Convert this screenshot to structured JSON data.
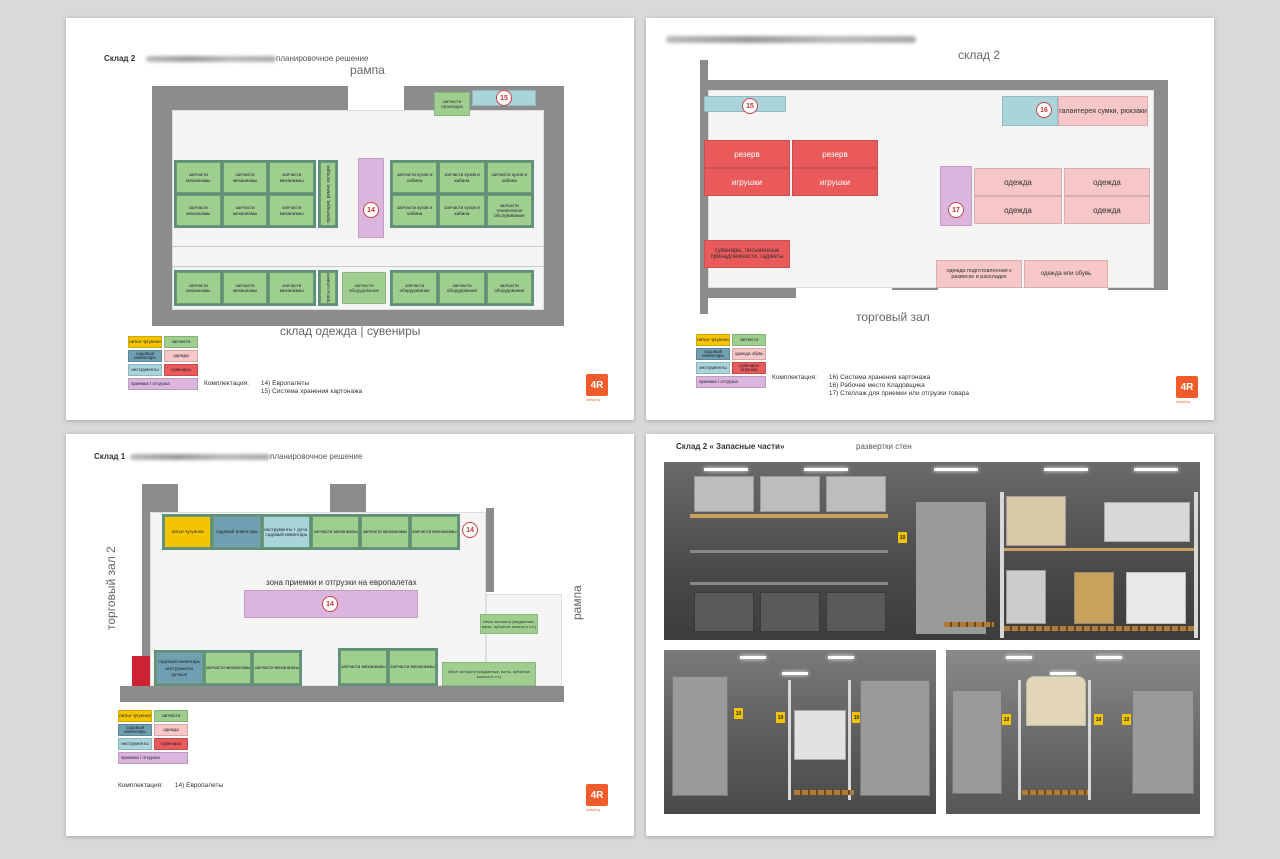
{
  "sheet1": {
    "title": "Склад 2",
    "subtitle": "планировочное решение",
    "top_label": "рампа",
    "bottom_label": "склад  одежда | сувениры",
    "badge_14": "14",
    "badge_15": "15",
    "cell_parts_mech": "запчасти механизмы",
    "cell_body_cabin": "запчасти кузов и кабина",
    "cell_tech": "запчасти техническое обслуживание",
    "cell_equipment": "запчасти оборудование",
    "cell_gaskets": "запчасти прокладки",
    "cell_vert_a": "прокладки, ремни, колодки",
    "cell_vert_b": "тросы шланги",
    "legend": [
      "литье чугунное",
      "запчасти",
      "садовый инвентарь",
      "одежда",
      "инструменты",
      "сувениры",
      "приемка / отгрузка"
    ],
    "compl_label": "Комплектация:",
    "compl_items": [
      "14) Европалеты",
      "15) Система хранения картонажа"
    ],
    "logo": "4R",
    "logo_sub": "4retail.by"
  },
  "sheet2": {
    "title": "склад 2",
    "bottom_label": "торговый зал",
    "badge_15": "15",
    "badge_16": "16",
    "badge_17": "17",
    "z_haberdashery": "галантерея сумки, рюкзаки",
    "z_reserve": "резерв",
    "z_toys": "игрушки",
    "z_clothing": "одежда",
    "z_souvenirs": "сувениры, письменные принадлежности, гаджеты",
    "z_prepared": "одежда подготовленная к развеске и раскладке",
    "z_or_shoes": "одежда или обувь",
    "legend": [
      "литье чугунное",
      "запчасти",
      "садовый инвентарь",
      "одежда обувь",
      "инструменты",
      "сувениры игрушки",
      "приемка / отгрузка"
    ],
    "compl_label": "Комплектация:",
    "compl_items": [
      "16) Система хранения картонажа",
      "16) Рабочее место Кладовщика",
      "17) Стеллаж для приемки или отгрузки товара"
    ],
    "logo": "4R",
    "logo_sub": "4retail.by"
  },
  "sheet3": {
    "title": "Склад 1",
    "subtitle": "планировочное решение",
    "left_label": "торговый зал 2",
    "right_label": "рампа",
    "badge_14a": "14",
    "badge_14b": "14",
    "zone_receive": "зона приемки и отгрузки на европалетах",
    "cell_cast": "литье чугунное",
    "cell_garden": "садовый инвентарь",
    "cell_tools_garden": "инструменты + ручн. садовый инвентарь",
    "cell_parts_mech": "запчасти механизмы",
    "cell_tools_hand": "инструменты ручные",
    "other_parts_1": "Иные запчасти (карданные, валы, зубчатые колеса и т.п.)",
    "other_parts_2": "Иные запчасти (карданные, валы, зубчатые колеса и т.п.)",
    "legend": [
      "литье чугунное",
      "запчасти",
      "садовый инвентарь",
      "одежда",
      "инструменты",
      "сувениры",
      "приемка / отгрузка"
    ],
    "compl_label": "Комплектация:",
    "compl_items": [
      "14) Европалеты"
    ],
    "logo": "4R",
    "logo_sub": "4retail.by"
  },
  "sheet4": {
    "title": "Склад 2  « Запасные части»",
    "subtitle": "развертки стен",
    "tag": "10"
  },
  "colors": {
    "green": "#9fcf8f",
    "yellow": "#f5c400",
    "blue": "#6f9fb0",
    "light_blue": "#a9d4dc",
    "pink": "#f7c6c6",
    "red": "#ea5a5a",
    "violet": "#dcb5df",
    "logo": "#f25c2a"
  }
}
